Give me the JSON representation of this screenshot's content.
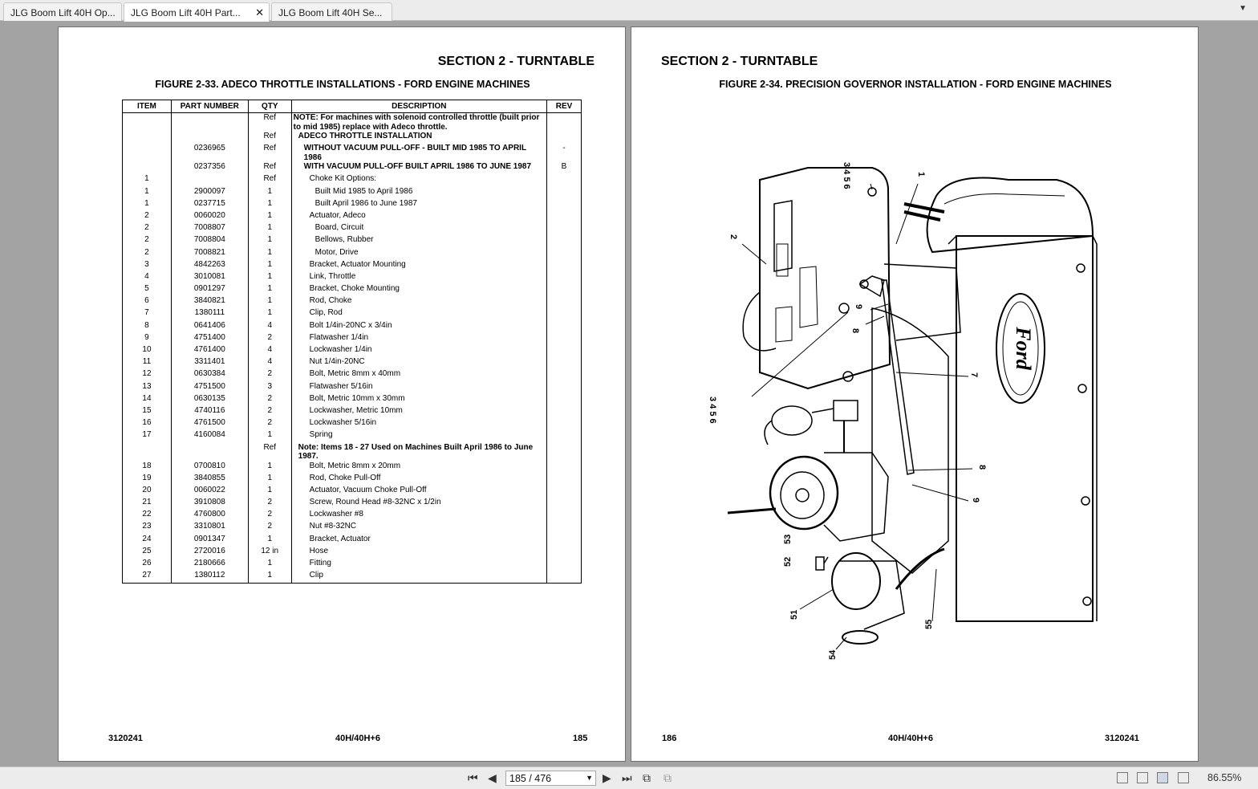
{
  "tabs": [
    {
      "label": "JLG Boom Lift 40H Op..."
    },
    {
      "label": "JLG Boom Lift 40H Part..."
    },
    {
      "label": "JLG Boom Lift 40H Se..."
    }
  ],
  "left_page": {
    "section": "SECTION 2 - TURNTABLE",
    "figure": "FIGURE 2-33. ADECO THROTTLE INSTALLATIONS - FORD ENGINE MACHINES",
    "headers": [
      "ITEM",
      "PART NUMBER",
      "QTY",
      "DESCRIPTION",
      "REV"
    ],
    "rows": [
      {
        "item": "",
        "part": "",
        "qty": "Ref",
        "desc": "NOTE: For machines with solenoid controlled throttle (built prior to mid 1985) replace with Adeco throttle.",
        "rev": ""
      },
      {
        "item": "",
        "part": "",
        "qty": "Ref",
        "desc": "ADECO THROTTLE INSTALLATION",
        "rev": ""
      },
      {
        "item": "",
        "part": "0236965",
        "qty": "Ref",
        "desc": "WITHOUT VACUUM PULL-OFF - BUILT MID 1985 TO APRIL 1986",
        "rev": "-"
      },
      {
        "item": "",
        "part": "0237356",
        "qty": "Ref",
        "desc": "WITH VACUUM PULL-OFF BUILT APRIL 1986 TO JUNE 1987",
        "rev": "B"
      },
      {
        "item": "1",
        "part": "",
        "qty": "Ref",
        "desc": "Choke Kit Options:",
        "rev": ""
      },
      {
        "item": "1",
        "part": "2900097",
        "qty": "1",
        "desc": "Built Mid 1985 to April 1986",
        "rev": ""
      },
      {
        "item": "1",
        "part": "0237715",
        "qty": "1",
        "desc": "Built April 1986 to June 1987",
        "rev": ""
      },
      {
        "item": "2",
        "part": "0060020",
        "qty": "1",
        "desc": "Actuator, Adeco",
        "rev": ""
      },
      {
        "item": "2",
        "part": "7008807",
        "qty": "1",
        "desc": "Board, Circuit",
        "rev": ""
      },
      {
        "item": "2",
        "part": "7008804",
        "qty": "1",
        "desc": "Bellows, Rubber",
        "rev": ""
      },
      {
        "item": "2",
        "part": "7008821",
        "qty": "1",
        "desc": "Motor, Drive",
        "rev": ""
      },
      {
        "item": "3",
        "part": "4842263",
        "qty": "1",
        "desc": "Bracket, Actuator Mounting",
        "rev": ""
      },
      {
        "item": "4",
        "part": "3010081",
        "qty": "1",
        "desc": "Link, Throttle",
        "rev": ""
      },
      {
        "item": "5",
        "part": "0901297",
        "qty": "1",
        "desc": "Bracket, Choke Mounting",
        "rev": ""
      },
      {
        "item": "6",
        "part": "3840821",
        "qty": "1",
        "desc": "Rod, Choke",
        "rev": ""
      },
      {
        "item": "7",
        "part": "1380111",
        "qty": "1",
        "desc": "Clip, Rod",
        "rev": ""
      },
      {
        "item": "8",
        "part": "0641406",
        "qty": "4",
        "desc": "Bolt 1/4in-20NC x 3/4in",
        "rev": ""
      },
      {
        "item": "9",
        "part": "4751400",
        "qty": "2",
        "desc": "Flatwasher 1/4in",
        "rev": ""
      },
      {
        "item": "10",
        "part": "4761400",
        "qty": "4",
        "desc": "Lockwasher 1/4in",
        "rev": ""
      },
      {
        "item": "11",
        "part": "3311401",
        "qty": "4",
        "desc": "Nut 1/4in-20NC",
        "rev": ""
      },
      {
        "item": "12",
        "part": "0630384",
        "qty": "2",
        "desc": "Bolt, Metric 8mm x 40mm",
        "rev": ""
      },
      {
        "item": "13",
        "part": "4751500",
        "qty": "3",
        "desc": "Flatwasher 5/16in",
        "rev": ""
      },
      {
        "item": "14",
        "part": "0630135",
        "qty": "2",
        "desc": "Bolt, Metric 10mm x 30mm",
        "rev": ""
      },
      {
        "item": "15",
        "part": "4740116",
        "qty": "2",
        "desc": "Lockwasher, Metric 10mm",
        "rev": ""
      },
      {
        "item": "16",
        "part": "4761500",
        "qty": "2",
        "desc": "Lockwasher 5/16in",
        "rev": ""
      },
      {
        "item": "17",
        "part": "4160084",
        "qty": "1",
        "desc": "Spring",
        "rev": ""
      },
      {
        "item": "",
        "part": "",
        "qty": "Ref",
        "desc": "Note: Items 18 - 27 Used on Machines Built April 1986 to June 1987.",
        "rev": ""
      },
      {
        "item": "18",
        "part": "0700810",
        "qty": "1",
        "desc": "Bolt, Metric 8mm x 20mm",
        "rev": ""
      },
      {
        "item": "19",
        "part": "3840855",
        "qty": "1",
        "desc": "Rod, Choke Pull-Off",
        "rev": ""
      },
      {
        "item": "20",
        "part": "0060022",
        "qty": "1",
        "desc": "Actuator, Vacuum Choke Pull-Off",
        "rev": ""
      },
      {
        "item": "21",
        "part": "3910808",
        "qty": "2",
        "desc": "Screw, Round Head #8-32NC x 1/2in",
        "rev": ""
      },
      {
        "item": "22",
        "part": "4760800",
        "qty": "2",
        "desc": "Lockwasher #8",
        "rev": ""
      },
      {
        "item": "23",
        "part": "3310801",
        "qty": "2",
        "desc": "Nut #8-32NC",
        "rev": ""
      },
      {
        "item": "24",
        "part": "0901347",
        "qty": "1",
        "desc": "Bracket, Actuator",
        "rev": ""
      },
      {
        "item": "25",
        "part": "2720016",
        "qty": "12 in",
        "desc": "Hose",
        "rev": ""
      },
      {
        "item": "26",
        "part": "2180666",
        "qty": "1",
        "desc": "Fitting",
        "rev": ""
      },
      {
        "item": "27",
        "part": "1380112",
        "qty": "1",
        "desc": "Clip",
        "rev": ""
      }
    ],
    "footer": {
      "left": "3120241",
      "center": "40H/40H+6",
      "right": "185"
    }
  },
  "right_page": {
    "section": "SECTION 2 - TURNTABLE",
    "figure": "FIGURE 2-34. PRECISION GOVERNOR INSTALLATION - FORD ENGINE MACHINES",
    "callouts": [
      "3 4 5 6",
      "1",
      "2",
      "9",
      "8",
      "7",
      "3 4 5 6",
      "8",
      "9",
      "53",
      "52",
      "51",
      "55",
      "54"
    ],
    "logo_text": "Ford",
    "footer": {
      "left": "186",
      "center": "40H/40H+6",
      "right": "3120241"
    }
  },
  "nav": {
    "page": "185 / 476",
    "zoom": "86.55%"
  }
}
